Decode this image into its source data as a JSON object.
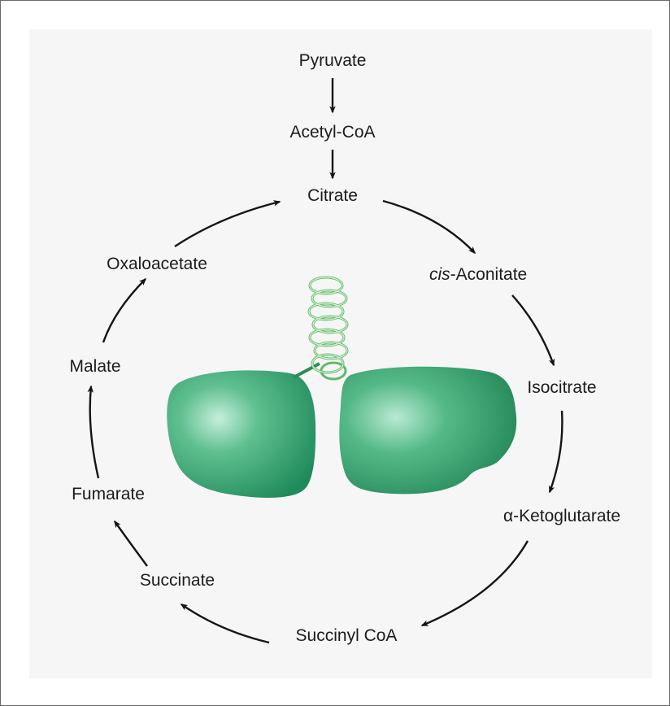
{
  "diagram": {
    "metabolites": {
      "pyruvate": "Pyruvate",
      "acetyl_coa": "Acetyl-CoA",
      "citrate": "Citrate",
      "cis_aconitate_prefix": "cis",
      "cis_aconitate_rest": "-Aconitate",
      "isocitrate": "Isocitrate",
      "alpha_ketoglutarate": "α-Ketoglutarate",
      "succinyl_coa": "Succinyl CoA",
      "succinate": "Succinate",
      "fumarate": "Fumarate",
      "malate": "Malate",
      "oxaloacetate": "Oxaloacetate"
    },
    "colors": {
      "mitochondrion_green": "#3fa877",
      "mitochondrion_dark": "#1f7a52",
      "mitochondrion_light": "#b9ead2",
      "coil_green": "#8fcf8a",
      "arrow_color": "#151515",
      "background": "#f6f6f6"
    },
    "icons": {
      "protein_lobes": "green-protein-lobes-icon",
      "coil": "helical-coil-icon"
    }
  }
}
